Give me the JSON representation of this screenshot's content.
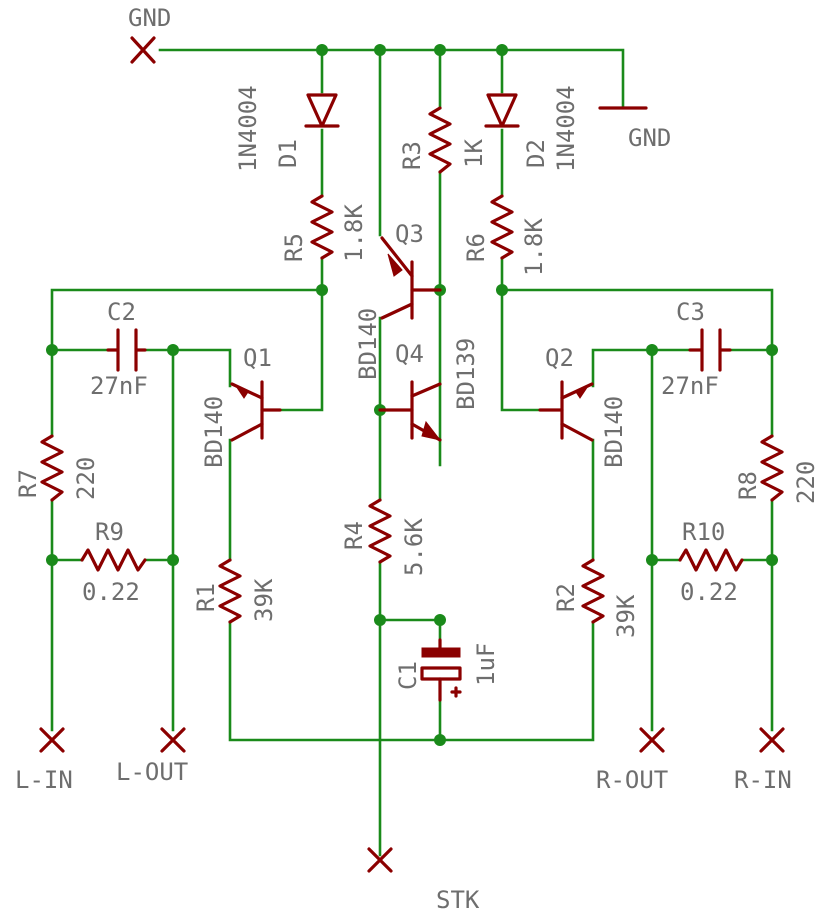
{
  "nets": {
    "gnd_top": "GND",
    "gnd_right": "GND",
    "l_in": "L-IN",
    "l_out": "L-OUT",
    "r_out": "R-OUT",
    "r_in": "R-IN",
    "stk": "STK"
  },
  "components": {
    "d1": {
      "name": "D1",
      "value": "1N4004"
    },
    "d2": {
      "name": "D2",
      "value": "1N4004"
    },
    "r1": {
      "name": "R1",
      "value": "39K"
    },
    "r2": {
      "name": "R2",
      "value": "39K"
    },
    "r3": {
      "name": "R3",
      "value": "1K"
    },
    "r4": {
      "name": "R4",
      "value": "5.6K"
    },
    "r5": {
      "name": "R5",
      "value": "1.8K"
    },
    "r6": {
      "name": "R6",
      "value": "1.8K"
    },
    "r7": {
      "name": "R7",
      "value": "220"
    },
    "r8": {
      "name": "R8",
      "value": "220"
    },
    "r9": {
      "name": "R9",
      "value": "0.22"
    },
    "r10": {
      "name": "R10",
      "value": "0.22"
    },
    "c1": {
      "name": "C1",
      "value": "1uF"
    },
    "c2": {
      "name": "C2",
      "value": "27nF"
    },
    "c3": {
      "name": "C3",
      "value": "27nF"
    },
    "q1": {
      "name": "Q1",
      "value": "BD140"
    },
    "q2": {
      "name": "Q2",
      "value": "BD140"
    },
    "q3": {
      "name": "Q3",
      "value": "BD140"
    },
    "q4": {
      "name": "Q4",
      "value": "BD139"
    }
  },
  "colors": {
    "wire": "#1a8a1a",
    "part": "#8b0000",
    "label": "#6e6e6e"
  }
}
